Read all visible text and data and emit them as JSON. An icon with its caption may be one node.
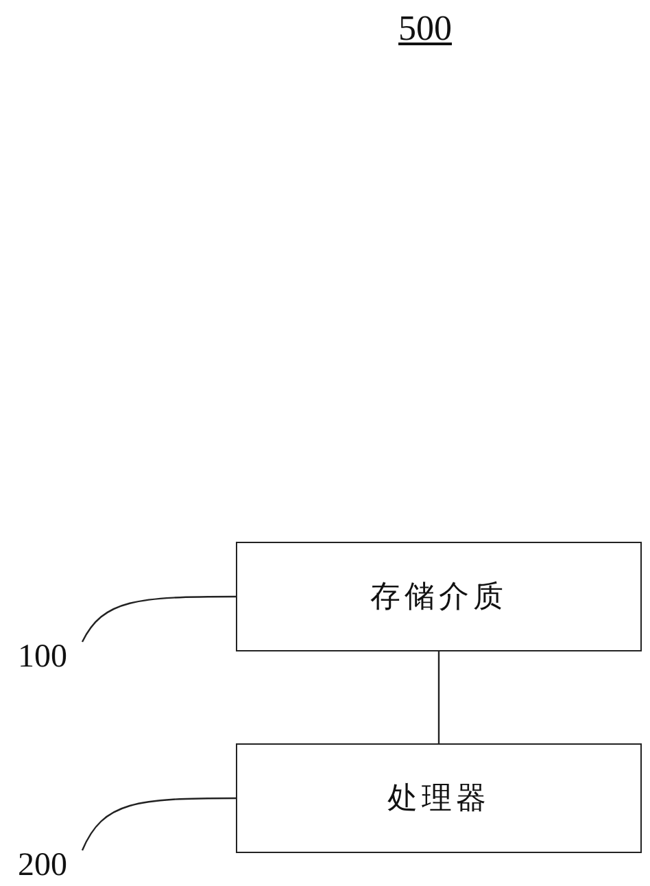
{
  "diagram": {
    "title": "500",
    "nodes": [
      {
        "text": [
          "存储介质"
        ]
      },
      {
        "text": [
          "处理器"
        ]
      },
      {
        "text": [
          "100"
        ]
      },
      {
        "text": [
          "200"
        ]
      }
    ],
    "edges": [
      {
        "from": 0,
        "to": 1,
        "arrow": "none"
      },
      {
        "from": 2,
        "to": 0,
        "arrow": "none"
      },
      {
        "from": 3,
        "to": 1,
        "arrow": "none"
      }
    ]
  }
}
